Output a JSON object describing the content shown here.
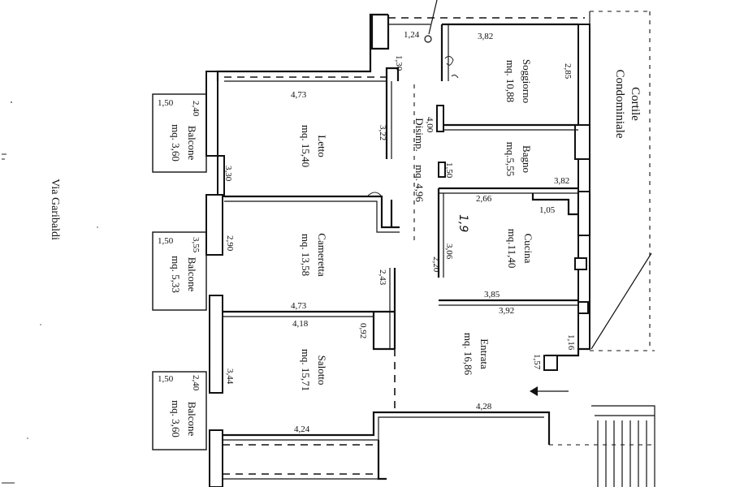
{
  "street": "Via Garibaldi",
  "courtyard": [
    "Cortile",
    "Condominiale"
  ],
  "rooms": {
    "soggiorno": {
      "name": "Soggiorno",
      "area": "mq. 10,88"
    },
    "letto": {
      "name": "Letto",
      "area": "mq. 15,40"
    },
    "disimpegno": {
      "name": "Disimp.",
      "area": "mq. 4,96"
    },
    "bagno": {
      "name": "Bagno",
      "area": "mq.5,55"
    },
    "cameretta": {
      "name": "Cameretta",
      "area": "mq. 13,58"
    },
    "cucina": {
      "name": "Cucina",
      "area": "mq.11,40"
    },
    "salotto": {
      "name": "Salotto",
      "area": "mq. 15,71"
    },
    "entrata": {
      "name": "Entrata",
      "area": "mq. 16,86"
    }
  },
  "balconies": [
    {
      "name": "Balcone",
      "area": "mq. 3,60",
      "depth": "1,50",
      "width": "2,40"
    },
    {
      "name": "Balcone",
      "area": "mq. 5,33",
      "depth": "1,50",
      "width": "3,55"
    },
    {
      "name": "Balcone",
      "area": "mq. 3,60",
      "depth": "1,50",
      "width": "2,40"
    }
  ],
  "dimensions": [
    "1,24",
    "3,82",
    "1,30",
    "2,85",
    "4,73",
    "3,22",
    "4,00",
    "3,30",
    "1,50",
    "3,82",
    "2,66",
    "1,05",
    "2,90",
    "2,20",
    "3,06",
    "2,43",
    "3,85",
    "4,73",
    "3,92",
    "4,18",
    "0,92",
    "1,16",
    "1,57",
    "3,44",
    "4,28",
    "4,24"
  ],
  "handwritten_note": "1,9"
}
